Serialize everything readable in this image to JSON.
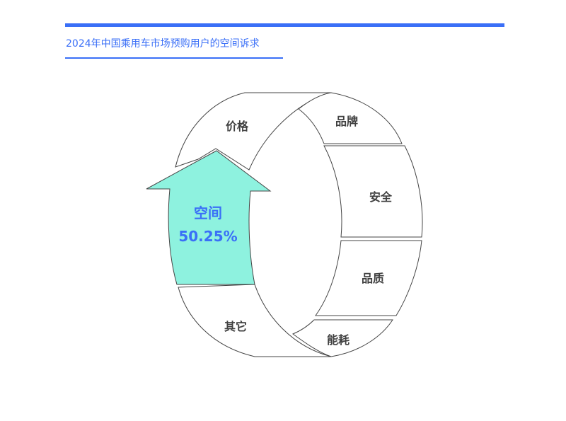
{
  "header": {
    "title": "2024年中国乘用车市场预购用户的空间诉求",
    "accent_color": "#3a6ff7"
  },
  "diagram": {
    "highlight": {
      "label": "空间",
      "value": "50.25%",
      "fill_color": "#8ef2df",
      "text_color": "#3a6ff7"
    },
    "segments": [
      {
        "label": "价格"
      },
      {
        "label": "品牌"
      },
      {
        "label": "安全"
      },
      {
        "label": "品质"
      },
      {
        "label": "能耗"
      },
      {
        "label": "其它"
      }
    ]
  }
}
